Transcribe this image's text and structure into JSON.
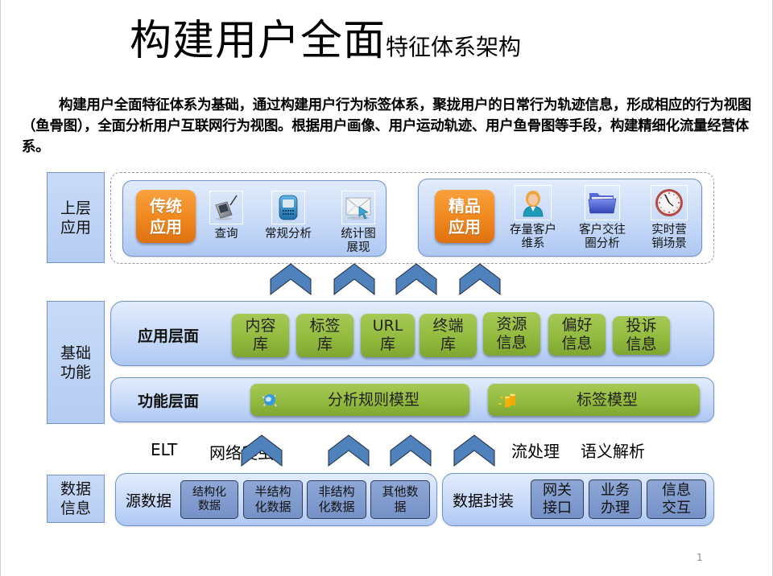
{
  "title": {
    "main": "构建用户全面",
    "sub": "特征体系架构"
  },
  "intro": "构建用户全面特征体系为基础，通过构建用户行为标签体系，聚拢用户的日常行为轨迹信息，形成相应的行为视图（鱼骨图），全面分析用户互联网行为视图。根据用户画像、用户运动轨迹、用户鱼骨图等手段，构建精细化流量经营体系。",
  "layers": {
    "upper": "上层\n应用",
    "basic": "基础\n功能",
    "data": "数据\n信息"
  },
  "upper_apps": {
    "traditional": {
      "label": "传统\n应用",
      "items": [
        {
          "icon": "pda-stylus-icon",
          "label": "查询"
        },
        {
          "icon": "smartphone-icon",
          "label": "常规分析"
        },
        {
          "icon": "envelope-cursor-icon",
          "label": "统计图\n展现"
        }
      ]
    },
    "premium": {
      "label": "精品\n应用",
      "items": [
        {
          "icon": "customer-person-icon",
          "label": "存量客户\n维系"
        },
        {
          "icon": "folder-icon",
          "label": "客户交往\n圈分析"
        },
        {
          "icon": "clock-icon",
          "label": "实时营\n销场景"
        }
      ]
    }
  },
  "app_layer": {
    "heading": "应用层面",
    "items": [
      "内容\n库",
      "标签\n库",
      "URL\n库",
      "终端\n库",
      "资源\n信息",
      "偏好\n信息",
      "投诉\n信息"
    ]
  },
  "function_layer": {
    "heading": "功能层面",
    "items": [
      {
        "icon": "globe-gear-icon",
        "label": "分析规则模型"
      },
      {
        "icon": "gold-coins-icon",
        "label": "标签模型"
      }
    ]
  },
  "process_labels": {
    "left": [
      "ELT",
      "网络爬虫"
    ],
    "right": [
      "流处理",
      "语义解析"
    ]
  },
  "source_data": {
    "heading": "源数据",
    "items": [
      "结构化\n数据",
      "半结构\n化数据",
      "非结构\n化数据",
      "其他数\n据"
    ]
  },
  "data_packaging": {
    "heading": "数据封装",
    "items": [
      "网关\n接口",
      "业务\n办理",
      "信息\n交互"
    ]
  },
  "page_number": "1",
  "colors": {
    "chevron": "#4f81bd",
    "orange": "#f0871e",
    "green": "#93bb3f",
    "panel_blue": "#c8daf8",
    "label_blue": "#b9cff3",
    "dark_box": "#7f98cc"
  }
}
